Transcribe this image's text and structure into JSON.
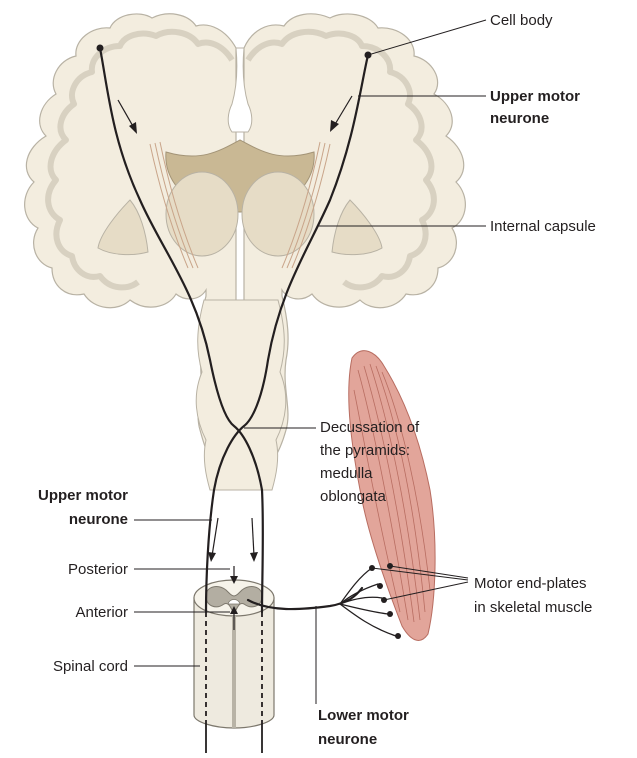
{
  "labels": {
    "cell_body": "Cell body",
    "upper_motor_neurone_top_1": "Upper motor",
    "upper_motor_neurone_top_2": "neurone",
    "internal_capsule": "Internal capsule",
    "decussation_1": "Decussation of",
    "decussation_2": "the pyramids:",
    "decussation_3": "medulla",
    "decussation_4": "oblongata",
    "upper_motor_neurone_left_1": "Upper motor",
    "upper_motor_neurone_left_2": "neurone",
    "posterior": "Posterior",
    "anterior": "Anterior",
    "spinal_cord": "Spinal cord",
    "motor_end_plates_1": "Motor end-plates",
    "motor_end_plates_2": "in skeletal muscle",
    "lower_motor_neurone_1": "Lower motor",
    "lower_motor_neurone_2": "neurone"
  },
  "colors": {
    "brain_fill": "#f3eddf",
    "brain_outline": "#b8b2a4",
    "nuclei_fill": "#e6dcc6",
    "ventricle_fill": "#c9b894",
    "cord_fill": "#eeeadf",
    "grey_matter": "#b3aea2",
    "muscle_fill": "#e2a59a",
    "muscle_stripe": "#b86d61",
    "tract": "#231f20"
  }
}
